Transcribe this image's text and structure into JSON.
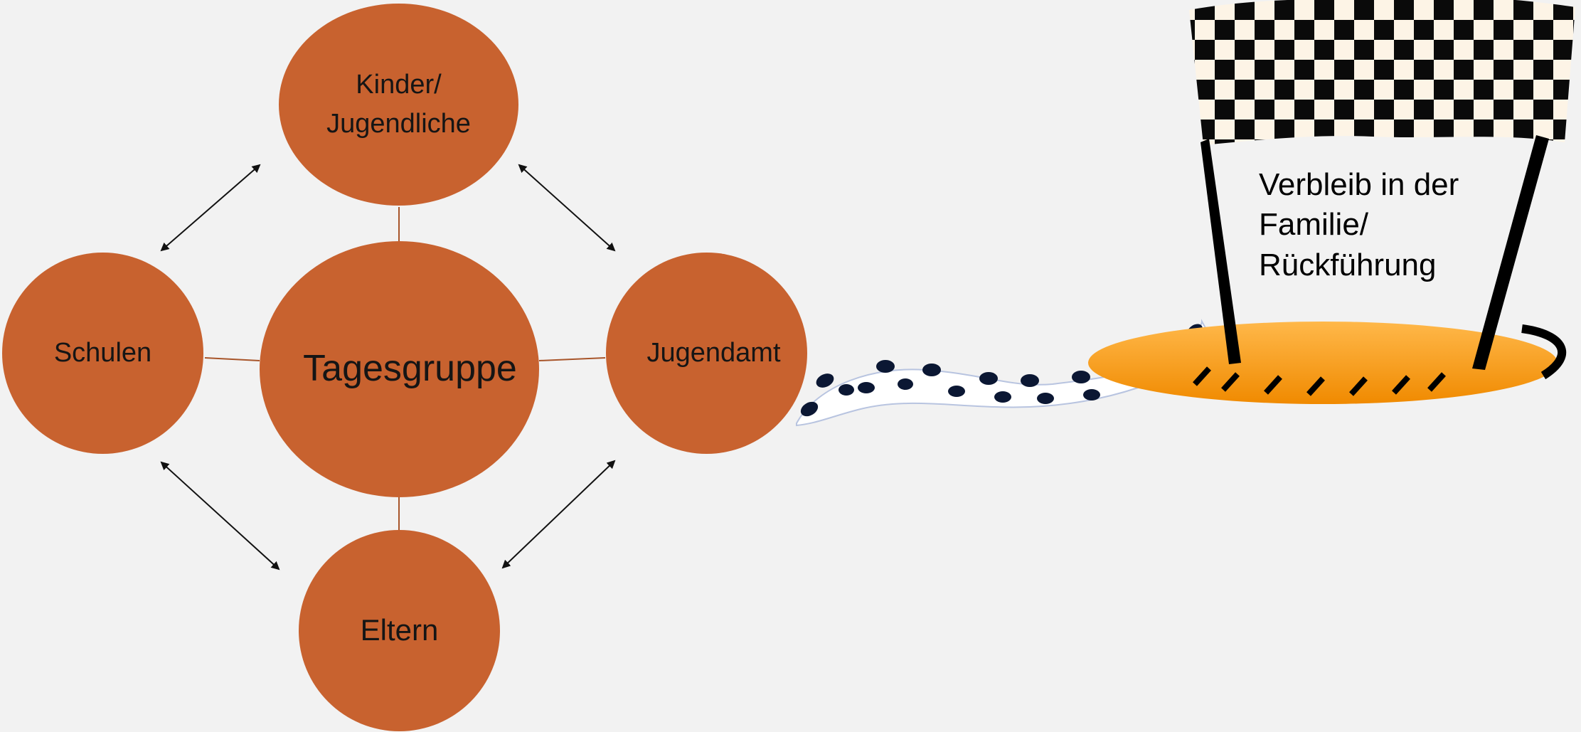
{
  "diagram": {
    "center": {
      "label": "Tagesgruppe"
    },
    "nodes": {
      "top": {
        "label": "Kinder/\nJugendliche"
      },
      "left": {
        "label": "Schulen"
      },
      "right": {
        "label": "Jugendamt"
      },
      "bottom": {
        "label": "Eltern"
      }
    },
    "goal": {
      "label": "Verbleib in der\nFamilie/\nRückführung"
    }
  },
  "colors": {
    "background": "#f2f2f2",
    "node_fill": "#c8622f",
    "connector": "#a8552a",
    "arrow": "#111111",
    "finish_mat": "#f7a21f"
  },
  "icons": [
    "footprints-icon",
    "checkered-finish-flag-icon"
  ]
}
